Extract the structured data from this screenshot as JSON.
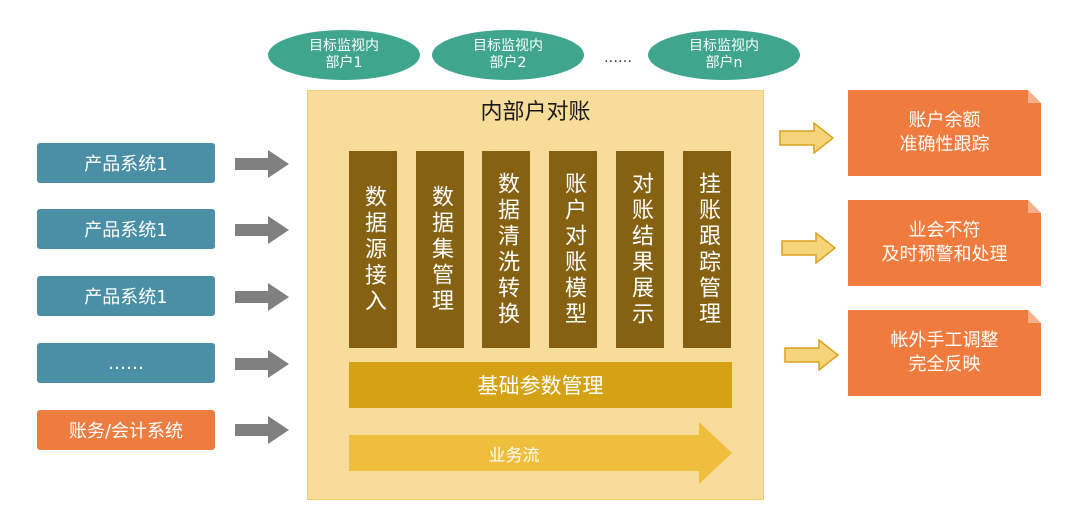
{
  "monitored": [
    {
      "line1": "目标监视内",
      "line2": "部户1"
    },
    {
      "line1": "目标监视内",
      "line2": "部户2"
    },
    {
      "line1": "目标监视内",
      "line2": "部户n"
    }
  ],
  "monitored_dots": "……",
  "panel": {
    "title": "内部户对账",
    "columns": [
      "数据源接入",
      "数据集管理",
      "数据清洗转换",
      "账户对账模型",
      "对账结果展示",
      "挂账跟踪管理"
    ],
    "base": "基础参数管理",
    "flow": "业务流"
  },
  "sources": [
    {
      "label": "产品系统1",
      "color": "blue"
    },
    {
      "label": "产品系统1",
      "color": "blue"
    },
    {
      "label": "产品系统1",
      "color": "blue"
    },
    {
      "label": "……",
      "color": "blue"
    },
    {
      "label": "账务/会计系统",
      "color": "orange"
    }
  ],
  "outputs": [
    {
      "line1": "账户余额",
      "line2": "准确性跟踪"
    },
    {
      "line1": "业会不符",
      "line2": "及时预警和处理"
    },
    {
      "line1": "帐外手工调整",
      "line2": "完全反映"
    }
  ],
  "colors": {
    "oval": "#3fa58c",
    "panel": "#f8dc9a",
    "column": "#866112",
    "base_bar": "#d4a214",
    "flow_arrow": "#f0be3d",
    "source_blue": "#4a8fa6",
    "source_orange": "#ec7c3f",
    "output": "#ef7b3e",
    "gray_arrow": "#808080",
    "yellow_arrow": "#f0be3d"
  }
}
